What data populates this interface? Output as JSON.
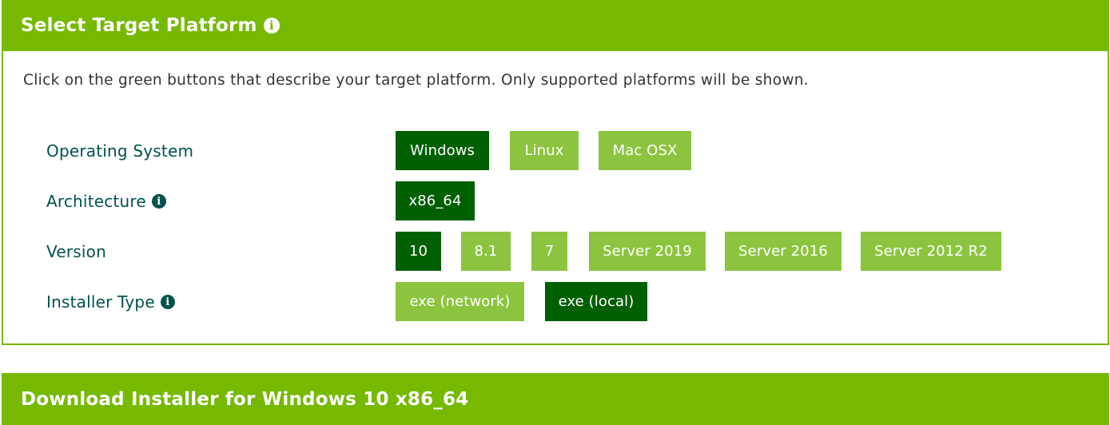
{
  "header": {
    "title": "Select Target Platform",
    "info_icon": "info-circle-icon"
  },
  "instructions": "Click on the green buttons that describe your target platform. Only supported platforms will be shown.",
  "rows": {
    "os": {
      "label": "Operating System",
      "options": [
        "Windows",
        "Linux",
        "Mac OSX"
      ],
      "selected": "Windows"
    },
    "arch": {
      "label": "Architecture",
      "options": [
        "x86_64"
      ],
      "selected": "x86_64"
    },
    "version": {
      "label": "Version",
      "options": [
        "10",
        "8.1",
        "7",
        "Server 2019",
        "Server 2016",
        "Server 2012 R2"
      ],
      "selected": "10"
    },
    "installer": {
      "label": "Installer Type",
      "options": [
        "exe (network)",
        "exe (local)"
      ],
      "selected": "exe (local)"
    }
  },
  "download": {
    "title": "Download Installer for Windows 10 x86_64"
  },
  "colors": {
    "header_green": "#76b900",
    "button_green": "#8cc43f",
    "selected_green": "#005f00",
    "label_teal": "#00524c"
  }
}
